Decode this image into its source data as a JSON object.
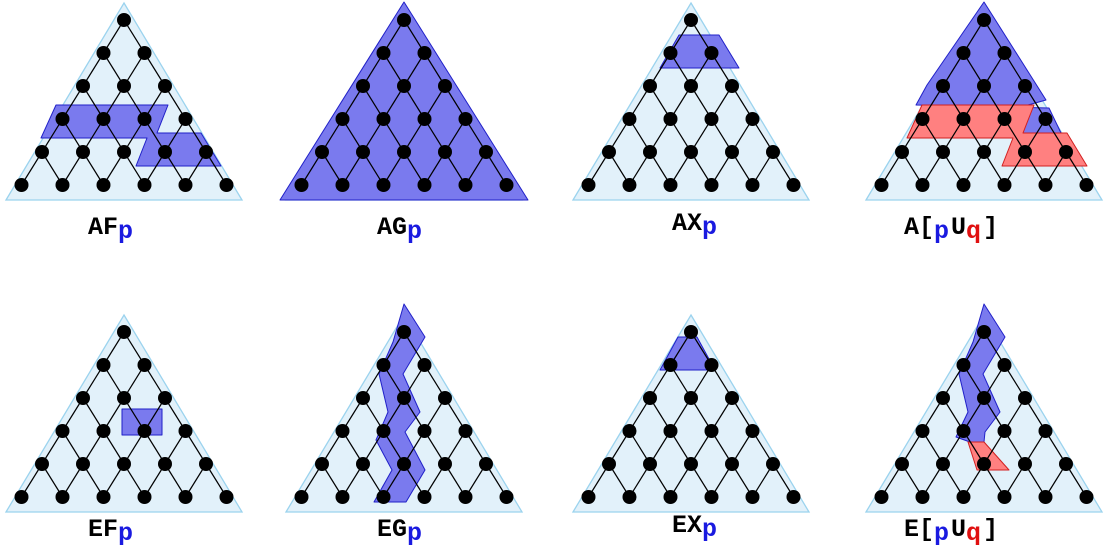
{
  "colors": {
    "tree_fill": "#E2F1FA",
    "tree_border": "#9BD3EE",
    "node": "#000000",
    "edge": "#000000",
    "p_fill": "#7A7AEE",
    "p_stroke": "#2020C8",
    "q_fill": "#FF8080",
    "q_stroke": "#D22020",
    "p_text": "#1A1AE0",
    "q_text": "#E01010"
  },
  "panels": [
    {
      "id": "AFp",
      "caption": {
        "op": "AF",
        "p": "p"
      }
    },
    {
      "id": "AGp",
      "caption": {
        "op": "AG",
        "p": "p"
      }
    },
    {
      "id": "AXp",
      "caption": {
        "op": "AX",
        "p": "p"
      }
    },
    {
      "id": "ApUq",
      "caption": {
        "op": "A[",
        "p": "p",
        "u": "U",
        "q": "q",
        "close": "]"
      }
    },
    {
      "id": "EFp",
      "caption": {
        "op": "EF",
        "p": "p"
      }
    },
    {
      "id": "EGp",
      "caption": {
        "op": "EG",
        "p": "p"
      }
    },
    {
      "id": "EXp",
      "caption": {
        "op": "EX",
        "p": "p"
      }
    },
    {
      "id": "EpUq",
      "caption": {
        "op": "E[",
        "p": "p",
        "u": "U",
        "q": "q",
        "close": "]"
      }
    }
  ]
}
